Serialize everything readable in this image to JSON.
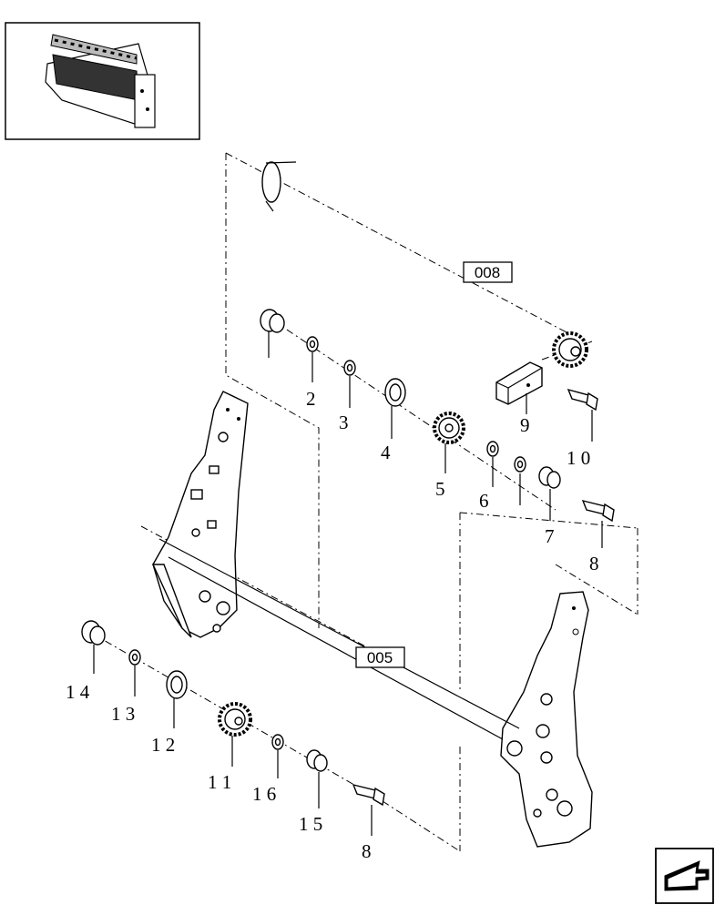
{
  "thumbnail": {
    "icon": "roller-assembly-thumbnail-icon"
  },
  "references": {
    "ref_top": "008",
    "ref_mid": "005"
  },
  "callouts": {
    "c2": "2",
    "c3": "3",
    "c4": "4",
    "c5": "5",
    "c6": "6",
    "c7": "7",
    "c8a": "8",
    "c9": "9",
    "c10": "1 0",
    "c14": "1 4",
    "c13": "1 3",
    "c12": "1 2",
    "c11": "1 1",
    "c16": "1 6",
    "c15": "1 5",
    "c8b": "8"
  },
  "navigation": {
    "icon": "back-arrow-icon"
  }
}
